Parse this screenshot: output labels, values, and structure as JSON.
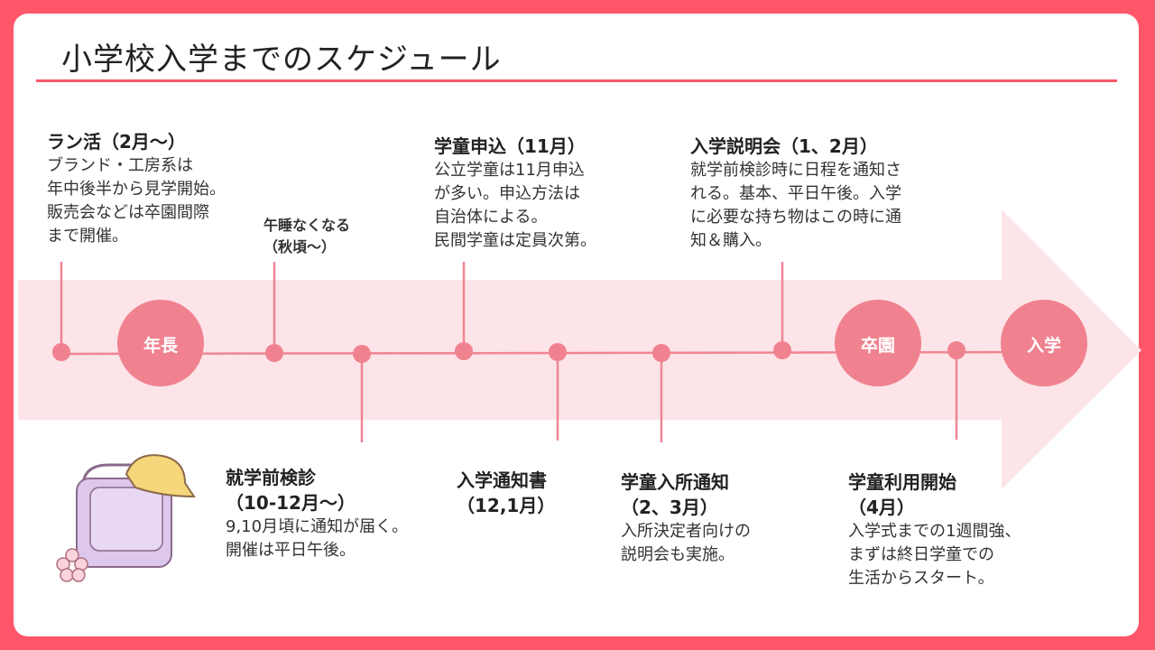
{
  "title": "小学校入学までのスケジュール",
  "milestones": {
    "nencho": "年長",
    "sotsuen": "卒園",
    "nyugaku": "入学"
  },
  "top_events": [
    {
      "heading": "ラン活（2月～）",
      "lines": [
        "ブランド・工房系は",
        "年中後半から見学開始。",
        "販売会などは卒園間際",
        "まで開催。"
      ]
    },
    {
      "heading": "午睡なくなる",
      "lines": [
        "（秋頃～）"
      ]
    },
    {
      "heading": "学童申込（11月）",
      "lines": [
        "公立学童は11月申込",
        "が多い。申込方法は",
        "自治体による。",
        "民間学童は定員次第。"
      ]
    },
    {
      "heading": "入学説明会（1、2月）",
      "lines": [
        "就学前検診時に日程を通知さ",
        "れる。基本、平日午後。入学",
        "に必要な持ち物はこの時に通",
        "知＆購入。"
      ]
    }
  ],
  "bottom_events": [
    {
      "heading": "就学前検診",
      "sub": "（10-12月～）",
      "lines": [
        "9,10月頃に通知が届く。",
        "開催は平日午後。"
      ]
    },
    {
      "heading": "入学通知書",
      "sub": "（12,1月）",
      "lines": []
    },
    {
      "heading": "学童入所通知",
      "sub": "（2、3月）",
      "lines": [
        "入所決定者向けの",
        "説明会も実施。"
      ]
    },
    {
      "heading": "学童利用開始",
      "sub": "（4月）",
      "lines": [
        "入学式までの1週間強、",
        "まずは終日学童での",
        "生活からスタート。"
      ]
    }
  ],
  "colors": {
    "frame": "#ff566a",
    "arrow": "#fce4e8",
    "line": "#f08592",
    "circle": "#f0828f",
    "backpack": "#ddc8ec"
  }
}
